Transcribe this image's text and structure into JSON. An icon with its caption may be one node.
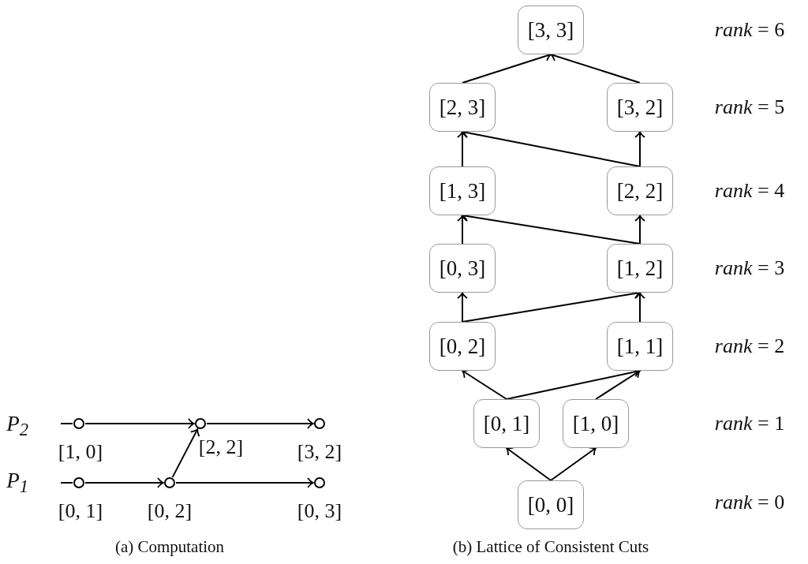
{
  "diagram": {
    "nodes": [
      {
        "text": [
          "[3, 3]"
        ]
      },
      {
        "text": [
          "[2, 3]"
        ]
      },
      {
        "text": [
          "[3, 2]"
        ]
      },
      {
        "text": [
          "[1, 3]"
        ]
      },
      {
        "text": [
          "[2, 2]"
        ]
      },
      {
        "text": [
          "[0, 3]"
        ]
      },
      {
        "text": [
          "[1, 2]"
        ]
      },
      {
        "text": [
          "[0, 2]"
        ]
      },
      {
        "text": [
          "[1, 1]"
        ]
      },
      {
        "text": [
          "[0, 1]"
        ]
      },
      {
        "text": [
          "[1, 0]"
        ]
      },
      {
        "text": [
          "[0, 0]"
        ]
      },
      {
        "text": [],
        "shape": "circle",
        "beside": [
          "[1, 0]"
        ]
      },
      {
        "text": [],
        "shape": "circle",
        "beside": [
          "[2, 2]"
        ]
      },
      {
        "text": [],
        "shape": "circle",
        "beside": [
          "[3, 2]"
        ]
      },
      {
        "text": [],
        "shape": "circle",
        "beside": [
          "[0, 1]"
        ]
      },
      {
        "text": [],
        "shape": "circle",
        "beside": [
          "[0, 2]"
        ]
      },
      {
        "text": [],
        "shape": "circle",
        "beside": [
          "[0, 3]"
        ]
      }
    ],
    "edges": [
      {
        "from": 1,
        "to": 0,
        "arrow": "to"
      },
      {
        "from": 2,
        "to": 0,
        "arrow": "to"
      },
      {
        "from": 3,
        "to": 1,
        "arrow": "to"
      },
      {
        "from": 4,
        "to": 1,
        "arrow": "to"
      },
      {
        "from": 4,
        "to": 2,
        "arrow": "to"
      },
      {
        "from": 5,
        "to": 3,
        "arrow": "to"
      },
      {
        "from": 6,
        "to": 3,
        "arrow": "to"
      },
      {
        "from": 6,
        "to": 4,
        "arrow": "to"
      },
      {
        "from": 7,
        "to": 5,
        "arrow": "to"
      },
      {
        "from": 7,
        "to": 6,
        "arrow": "to"
      },
      {
        "from": 8,
        "to": 6,
        "arrow": "to"
      },
      {
        "from": 9,
        "to": 7,
        "arrow": "to"
      },
      {
        "from": 9,
        "to": 8,
        "arrow": "to"
      },
      {
        "from": 10,
        "to": 8,
        "arrow": "to"
      },
      {
        "from": 11,
        "to": 9,
        "arrow": "to"
      },
      {
        "from": 11,
        "to": 10,
        "arrow": "to"
      },
      {
        "from": null,
        "to": 12,
        "arrow": "none"
      },
      {
        "from": 12,
        "to": 13,
        "arrow": "to"
      },
      {
        "from": 13,
        "to": 14,
        "arrow": "to"
      },
      {
        "from": null,
        "to": 15,
        "arrow": "none"
      },
      {
        "from": 15,
        "to": 16,
        "arrow": "to"
      },
      {
        "from": 16,
        "to": 17,
        "arrow": "to"
      },
      {
        "from": 16,
        "to": 13,
        "arrow": "to"
      }
    ],
    "labels": [
      "*rank* = 6",
      "*rank* = 5",
      "*rank* = 4",
      "*rank* = 3",
      "*rank* = 2",
      "*rank* = 1",
      "*rank* = 0",
      "P$_{2}$",
      "P$_{1}$",
      "(a) Computation",
      "(b) Lattice of Consistent Cuts"
    ]
  }
}
